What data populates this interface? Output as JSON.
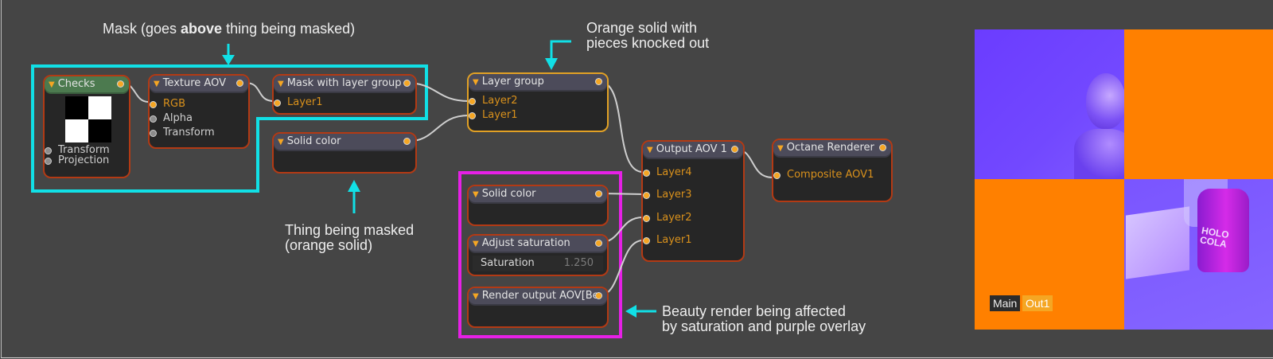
{
  "annotations": {
    "mask_pre": "Mask (goes ",
    "mask_bold": "above",
    "mask_post": " thing being masked)",
    "orange_line1": "Orange solid with",
    "orange_line2": "pieces knocked out",
    "masked_line1": "Thing being masked",
    "masked_line2": "(orange solid)",
    "beauty_line1": "Beauty render being affected",
    "beauty_line2": "by saturation and purple overlay"
  },
  "colors": {
    "mask_group_outline": "#11e0e6",
    "beauty_group_outline": "#e620e6",
    "node_border": "#b33a14",
    "selected_node_border": "#e2a125",
    "pin": "#f5a623",
    "wire": "#cfcfcf",
    "orange": "#ff8000",
    "purple": "#6b3cff"
  },
  "nodes": {
    "checks": {
      "title": "Checks",
      "inputs": [
        "Transform",
        "Projection"
      ]
    },
    "texture_aov": {
      "title": "Texture AOV",
      "inputs": [
        "RGB",
        "Alpha",
        "Transform"
      ]
    },
    "mask_layer_group": {
      "title": "Mask with layer group",
      "inputs": [
        "Layer1"
      ]
    },
    "solid_color_top": {
      "title": "Solid color"
    },
    "layer_group": {
      "title": "Layer group",
      "inputs": [
        "Layer2",
        "Layer1"
      ]
    },
    "solid_color_bottom": {
      "title": "Solid color"
    },
    "adjust_saturation": {
      "title": "Adjust saturation",
      "param_label": "Saturation",
      "param_value": "1.250"
    },
    "render_output": {
      "title": "Render output AOV[Be"
    },
    "output_aov": {
      "title": "Output AOV 1",
      "inputs": [
        "Layer4",
        "Layer3",
        "Layer2",
        "Layer1"
      ]
    },
    "octane_renderer": {
      "title": "Octane Renderer",
      "inputs": [
        "Composite AOV1"
      ]
    }
  },
  "viewer": {
    "tabs": [
      "Main",
      "Out1"
    ],
    "can_text": "HOLO COLA"
  }
}
